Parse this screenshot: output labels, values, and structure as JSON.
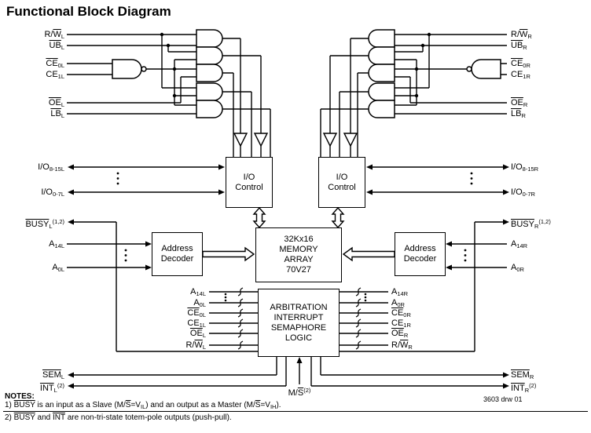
{
  "title": "Functional Block Diagram",
  "drawing_number": "3603 drw 01",
  "notes": {
    "heading": "NOTES:",
    "note1": [
      {
        "t": "1) "
      },
      {
        "t": "BUSY",
        "s": "o"
      },
      {
        "t": " is an input as a Slave (M/"
      },
      {
        "t": "S",
        "s": "o"
      },
      {
        "t": "=V"
      },
      {
        "t": "IL",
        "s": "sub"
      },
      {
        "t": ") and an output as a Master (M/"
      },
      {
        "t": "S",
        "s": "o"
      },
      {
        "t": "=V"
      },
      {
        "t": "IH",
        "s": "sub"
      },
      {
        "t": ")."
      }
    ],
    "note2": [
      {
        "t": "2) "
      },
      {
        "t": "BUSY",
        "s": "o"
      },
      {
        "t": " and "
      },
      {
        "t": "INT",
        "s": "o"
      },
      {
        "t": " are non-tri-state totem-pole outputs (push-pull)."
      }
    ]
  },
  "blocks": {
    "io_control_left": {
      "lines": [
        "I/O",
        "Control"
      ]
    },
    "io_control_right": {
      "lines": [
        "I/O",
        "Control"
      ]
    },
    "address_decoder_left": {
      "lines": [
        "Address",
        "Decoder"
      ]
    },
    "address_decoder_right": {
      "lines": [
        "Address",
        "Decoder"
      ]
    },
    "memory": {
      "lines": [
        "32Kx16",
        "MEMORY",
        "ARRAY",
        "70V27"
      ]
    },
    "arbitration": {
      "lines": [
        "ARBITRATION",
        "INTERRUPT",
        "SEMAPHORE",
        "LOGIC"
      ]
    }
  },
  "labels": {
    "rwl": [
      {
        "t": "R/"
      },
      {
        "t": "W",
        "s": "o"
      },
      {
        "t": "L",
        "s": "sub"
      }
    ],
    "ubl": [
      {
        "t": "UB",
        "s": "o"
      },
      {
        "t": "L",
        "s": "sub"
      }
    ],
    "ce0l": [
      {
        "t": "CE",
        "s": "o"
      },
      {
        "t": "0L",
        "s": "sub"
      }
    ],
    "ce1l": [
      {
        "t": "CE"
      },
      {
        "t": "1L",
        "s": "sub"
      }
    ],
    "oel": [
      {
        "t": "OE",
        "s": "o"
      },
      {
        "t": "L",
        "s": "sub"
      }
    ],
    "lbl": [
      {
        "t": "LB",
        "s": "o"
      },
      {
        "t": "L",
        "s": "sub"
      }
    ],
    "io8_15l": [
      {
        "t": "I/O"
      },
      {
        "t": "8-15L",
        "s": "sub"
      }
    ],
    "io0_7l": [
      {
        "t": "I/O"
      },
      {
        "t": "0-7L",
        "s": "sub"
      }
    ],
    "busyl": [
      {
        "t": "BUSY",
        "s": "o"
      },
      {
        "t": "L",
        "s": "sub"
      },
      {
        "t": "(1,2)",
        "s": "sup"
      }
    ],
    "a14l": [
      {
        "t": "A"
      },
      {
        "t": "14L",
        "s": "sub"
      }
    ],
    "a0l": [
      {
        "t": "A"
      },
      {
        "t": "0L",
        "s": "sub"
      }
    ],
    "seml": [
      {
        "t": "SEM",
        "s": "o"
      },
      {
        "t": "L",
        "s": "sub"
      }
    ],
    "intl": [
      {
        "t": "INT",
        "s": "o"
      },
      {
        "t": "L",
        "s": "sub"
      },
      {
        "t": "(2)",
        "s": "sup"
      }
    ],
    "rwr": [
      {
        "t": "R/"
      },
      {
        "t": "W",
        "s": "o"
      },
      {
        "t": "R",
        "s": "sub"
      }
    ],
    "ubr": [
      {
        "t": "UB",
        "s": "o"
      },
      {
        "t": "R",
        "s": "sub"
      }
    ],
    "ce0r": [
      {
        "t": "CE",
        "s": "o"
      },
      {
        "t": "0R",
        "s": "sub"
      }
    ],
    "ce1r": [
      {
        "t": "CE"
      },
      {
        "t": "1R",
        "s": "sub"
      }
    ],
    "oer": [
      {
        "t": "OE",
        "s": "o"
      },
      {
        "t": "R",
        "s": "sub"
      }
    ],
    "lbr": [
      {
        "t": "LB",
        "s": "o"
      },
      {
        "t": "R",
        "s": "sub"
      }
    ],
    "io8_15r": [
      {
        "t": "I/O"
      },
      {
        "t": "8-15R",
        "s": "sub"
      }
    ],
    "io0_7r": [
      {
        "t": "I/O"
      },
      {
        "t": "0-7R",
        "s": "sub"
      }
    ],
    "busyr": [
      {
        "t": "BUSY",
        "s": "o"
      },
      {
        "t": "R",
        "s": "sub"
      },
      {
        "t": "(1,2)",
        "s": "sup"
      }
    ],
    "a14r": [
      {
        "t": "A"
      },
      {
        "t": "14R",
        "s": "sub"
      }
    ],
    "a0r": [
      {
        "t": "A"
      },
      {
        "t": "0R",
        "s": "sub"
      }
    ],
    "semr": [
      {
        "t": "SEM",
        "s": "o"
      },
      {
        "t": "R",
        "s": "sub"
      }
    ],
    "intr": [
      {
        "t": "INT",
        "s": "o"
      },
      {
        "t": "R",
        "s": "sub"
      },
      {
        "t": "(2)",
        "s": "sup"
      }
    ],
    "ms": [
      {
        "t": "M/"
      },
      {
        "t": "S",
        "s": "o"
      },
      {
        "t": "(2)",
        "s": "sup"
      }
    ]
  }
}
